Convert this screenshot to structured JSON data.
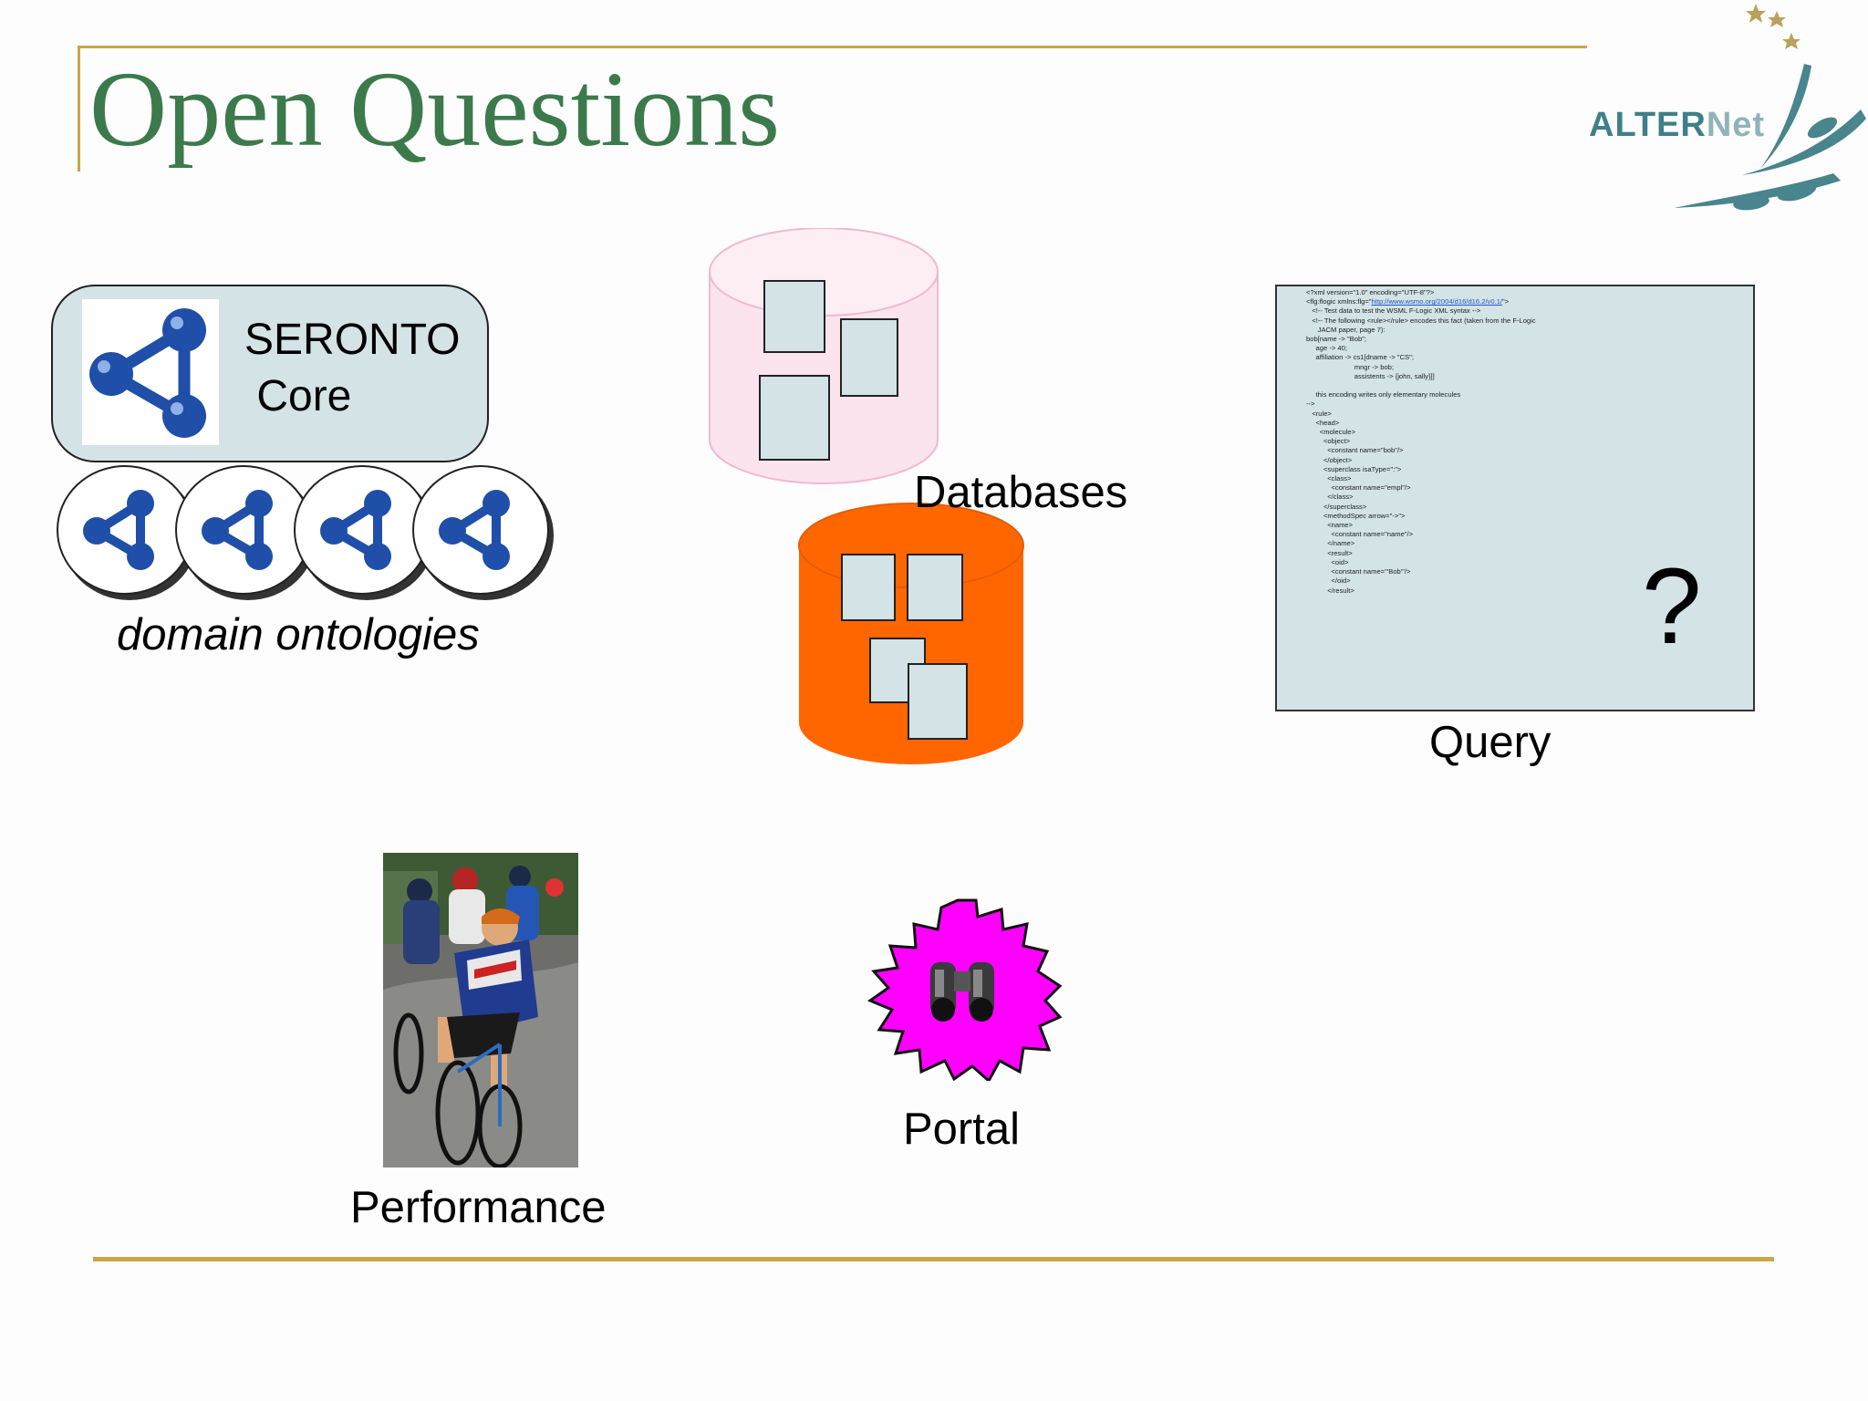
{
  "slide": {
    "title": "Open Questions",
    "logo_text_a": "ALTER",
    "logo_text_b": "Net"
  },
  "ontology": {
    "core_label": "SERONTO\n Core",
    "domain_label": "domain ontologies",
    "domain_count": 4
  },
  "databases": {
    "label": "Databases"
  },
  "query": {
    "label": "Query",
    "mark": "?",
    "code_head": "<?xml version=\"1.0\" encoding=\"UTF-8\"?>\n<flg:flogic xmlns:flg=\"",
    "code_url": "http://www.wsmo.org/2004/d16/d16.2/v0.1/",
    "code_body": "\">\n   <!-- Test data to test the WSML F-Logic XML syntax -->\n   <!-- The following <rule></rule> encodes this fact (taken from the F-Logic\n      JACM paper, page 7):\nbob[name -> \"Bob\";\n     age -> 40;\n     affiliation -> cs1[dname -> \"CS\";\n                         mngr -> bob;\n                         assistents -> {john, sally}]]\n\n     this encoding writes only elementary molecules\n-->\n   <rule>\n     <head>\n       <molecule>\n         <object>\n           <constant name=\"bob\"/>\n         </object>\n         <superclass isaType=\":\">\n           <class>\n             <constant name=\"empl\"/>\n           </class>\n         </superclass>\n         <methodSpec arrow=\"->\">\n           <name>\n             <constant name=\"name\"/>\n           </name>\n           <result>\n             <oid>\n             <constant name=\"'Bob'\"/>\n             </oid>\n           </result>"
  },
  "performance": {
    "label": "Performance"
  },
  "portal": {
    "label": "Portal"
  },
  "colors": {
    "title": "#3c7a4c",
    "rule": "#c8a64a",
    "panel": "#d3e3e6",
    "db_pink": "#fce4ee",
    "db_orange": "#ff6600",
    "portal_magenta": "#ff00ff",
    "ontology_blue": "#1f4fa8"
  }
}
